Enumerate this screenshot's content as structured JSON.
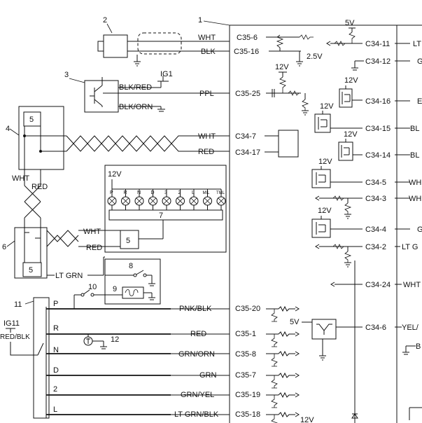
{
  "refs": {
    "r1": "1",
    "r2": "2",
    "r3": "3",
    "r4": "4",
    "r5a": "5",
    "r5b": "5",
    "r5c": "5",
    "r6": "6",
    "r7": "7",
    "r8": "8",
    "r9": "9",
    "r10": "10",
    "r11": "11",
    "r12": "12"
  },
  "voltages": {
    "v5_top": "5V",
    "v25": "2.5V",
    "v12_ppl": "12V",
    "v12_a": "12V",
    "v12_b": "12V",
    "v12_c": "12V",
    "v12_d": "12V",
    "v12_e": "12V",
    "v12_panel": "12V",
    "v5_left": "5V",
    "v12_bottom": "12V",
    "ig1": "IG1",
    "ig11": "IG11"
  },
  "wires": {
    "wht1": "WHT",
    "blk1": "BLK",
    "blk_red": "BLK/RED",
    "blk_orn": "BLK/ORN",
    "ppl": "PPL",
    "wht2": "WHT",
    "red2": "RED",
    "wht_left": "WHT",
    "red_left": "RED",
    "wht3": "WHT",
    "red3": "RED",
    "lt_grn": "LT GRN",
    "red_blk": "RED/BLK",
    "pnk_blk": "PNK/BLK",
    "red4": "RED",
    "grn_orn": "GRN/ORN",
    "grn": "GRN",
    "grn_yel": "GRN/YEL",
    "lt_grn_blk": "LT GRN/BLK"
  },
  "connectors": {
    "c35_6": "C35-6",
    "c35_16": "C35-16",
    "c35_25": "C35-25",
    "c34_7": "C34-7",
    "c34_17": "C34-17",
    "c35_20": "C35-20",
    "c35_1": "C35-1",
    "c35_8": "C35-8",
    "c35_7": "C35-7",
    "c35_19": "C35-19",
    "c35_18": "C35-18",
    "c34_11": "C34-11",
    "c34_12": "C34-12",
    "c34_16": "C34-16",
    "c34_15": "C34-15",
    "c34_14": "C34-14",
    "c34_5": "C34-5",
    "c34_3": "C34-3",
    "c34_4": "C34-4",
    "c34_2": "C34-2",
    "c34_24": "C34-24",
    "c34_6": "C34-6"
  },
  "right_wires": {
    "w11": "LT",
    "w12": "G",
    "w16": "E",
    "w15": "BL",
    "w14": "BL",
    "w5": "WH",
    "w3": "WH",
    "w4": "G",
    "w2": "LT G",
    "w24": "WHT",
    "w6": "YEL/",
    "wb": "B"
  },
  "shift": {
    "p": "P",
    "r": "R",
    "n": "N",
    "d": "D",
    "two": "2",
    "l": "L"
  },
  "lamps": [
    "P",
    "R",
    "N",
    "D",
    "3",
    "2",
    "L",
    "MIL",
    "TML"
  ]
}
